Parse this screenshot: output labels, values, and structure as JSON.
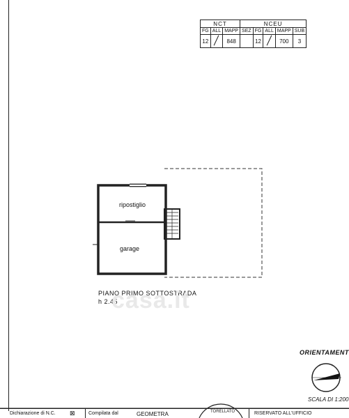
{
  "cadastre": {
    "nct_label": "NCT",
    "nceu_label": "NCEU",
    "columns": [
      "FG",
      "ALL",
      "MAPP",
      "SEZ",
      "FG",
      "ALL",
      "MAPP",
      "SUB"
    ],
    "values": [
      "12",
      "",
      "848",
      "",
      "12",
      "",
      "700",
      "3"
    ]
  },
  "rooms": {
    "ripostiglio": "ripostiglio",
    "garage": "garage"
  },
  "floor": {
    "name": "PIANO  PRIMO SOTTOSTRADA",
    "height": "h 2.45"
  },
  "watermark": "casa.it",
  "orientation": {
    "label": "ORIENTAMENTO",
    "scale": "SCALA DI 1:200"
  },
  "footer": {
    "declaration": "Dichiarazione di N.C.",
    "compiled_by": "Compilata dal",
    "compiler": "GEOMETRA",
    "reserved": "RISERVATO ALL'UFFICIO",
    "stamp_text": "TORELLATO"
  },
  "colors": {
    "ink": "#222222",
    "watermark": "#e9e9e9"
  }
}
